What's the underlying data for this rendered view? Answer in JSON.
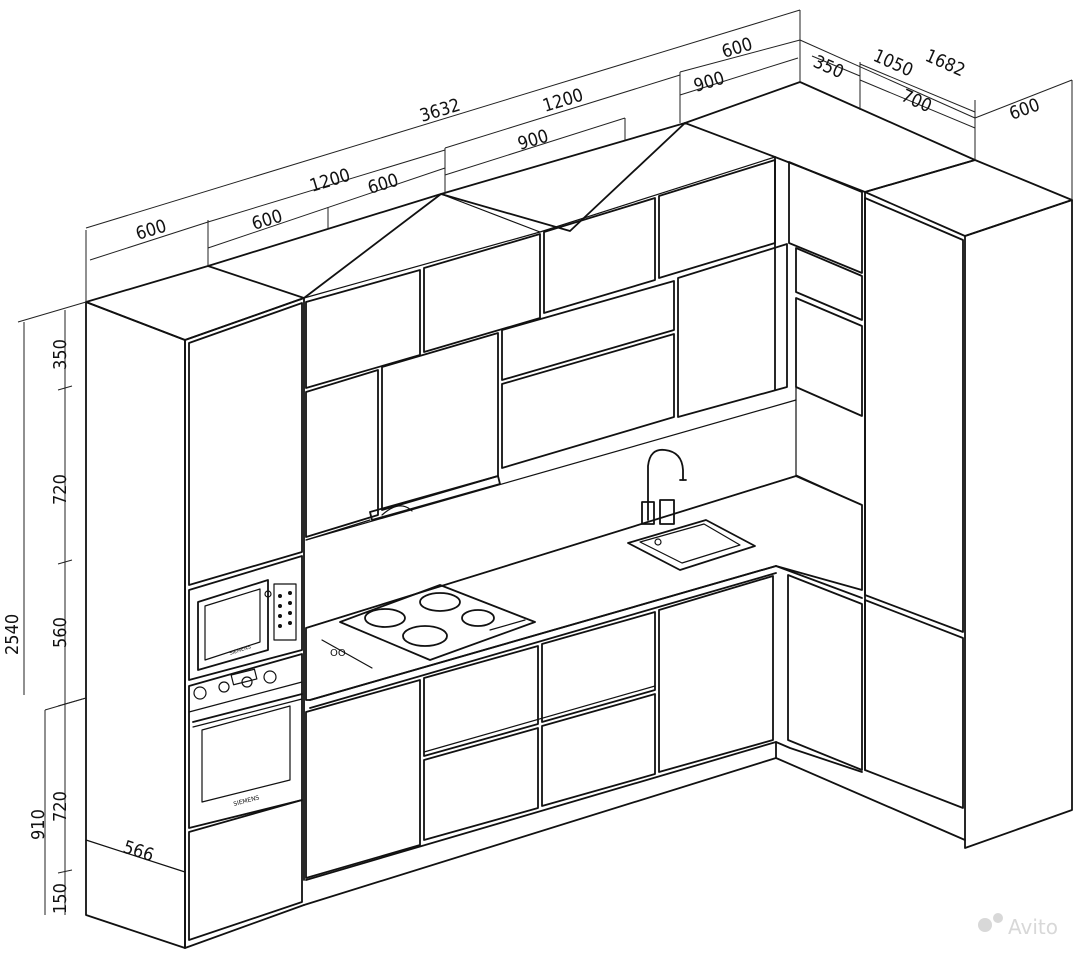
{
  "dimensions": {
    "top": {
      "total_run": "3632",
      "left_tall": "600",
      "upper_block": "1200",
      "upper_left": "600",
      "upper_right": "600",
      "middle_block": "1200",
      "middle_sub": "900",
      "right_block": "600",
      "right_sub": "900"
    },
    "return_side": {
      "depth": "350",
      "total": "1682",
      "run": "1050",
      "run_sub": "700",
      "tall_right": "600"
    },
    "height": {
      "total": "2540",
      "upper_top": "350",
      "upper": "720",
      "splash": "560",
      "base": "720",
      "base_total": "910",
      "plinth": "150",
      "depth": "566"
    }
  },
  "appliances": {
    "hob_marking": "OO",
    "oven_brand": "SIEMENS",
    "microwave_brand": "SIEMENS"
  },
  "watermark": "Avito"
}
